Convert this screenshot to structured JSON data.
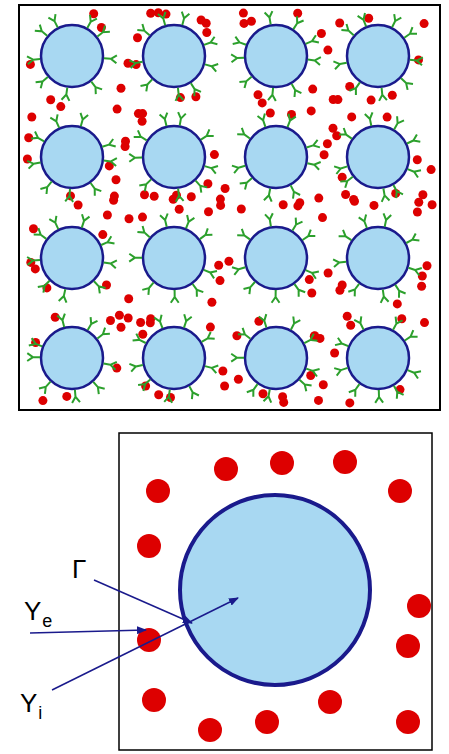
{
  "diagram": {
    "labels": [
      "Γ",
      "Y",
      "e",
      "Y",
      "i"
    ]
  }
}
